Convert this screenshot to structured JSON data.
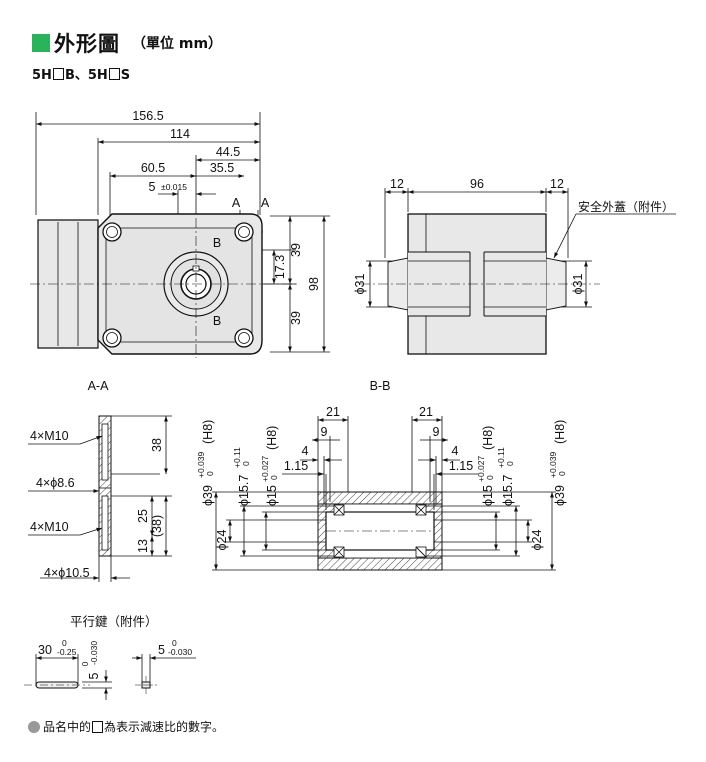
{
  "header": {
    "title": "外形圖",
    "unit": "（單位 mm）",
    "accent_color": "#2bb35c"
  },
  "model": {
    "part1": "5H",
    "part2": "B、5H",
    "part3": "S"
  },
  "front_view": {
    "dim_156_5": "156.5",
    "dim_114": "114",
    "dim_44_5": "44.5",
    "dim_60_5": "60.5",
    "dim_35_5": "35.5",
    "dim_5_base": "5",
    "dim_5_tol": "±0.015",
    "label_a1": "A",
    "label_a2": "A",
    "label_b1": "B",
    "label_b2": "B",
    "dim_17_3": "17.3",
    "dim_39_top": "39",
    "dim_39_bottom": "39",
    "dim_98": "98"
  },
  "side_view": {
    "dim_12_left": "12",
    "dim_96": "96",
    "dim_12_right": "12",
    "cover_label": "安全外蓋（附件）",
    "dia_31_left": "ϕ31",
    "dia_31_right": "ϕ31"
  },
  "section_aa": {
    "title": "A-A",
    "m10_top": "4×M10",
    "hole_86": "4×ϕ8.6",
    "m10_bottom": "4×M10",
    "hole_105": "4×ϕ10.5",
    "dim_38": "38",
    "dim_25": "25",
    "dim_38_ref": "(38)",
    "dim_13": "13"
  },
  "section_bb": {
    "title": "B-B",
    "dim_21_left": "21",
    "dim_9_left": "9",
    "dim_4_left": "4",
    "dim_115_left": "1.15",
    "dim_21_right": "21",
    "dim_9_right": "9",
    "dim_4_right": "4",
    "dim_115_right": "1.15",
    "d39_l": "ϕ39",
    "d39_l_tol": "+0.039",
    "d39_l_tol0": "0",
    "d39_l_fit": "(H8)",
    "d157_l": "ϕ15.7",
    "d157_l_tol": "+0.11",
    "d157_l_tol0": "0",
    "d15_l": "ϕ15",
    "d15_l_tol": "+0.027",
    "d15_l_tol0": "0",
    "d15_l_fit": "(H8)",
    "d24_l": "ϕ24",
    "d15_r": "ϕ15",
    "d15_r_tol": "+0.027",
    "d15_r_tol0": "0",
    "d15_r_fit": "(H8)",
    "d157_r": "ϕ15.7",
    "d157_r_tol": "+0.11",
    "d157_r_tol0": "0",
    "d39_r": "ϕ39",
    "d39_r_tol": "+0.039",
    "d39_r_tol0": "0",
    "d39_r_fit": "(H8)",
    "d24_r": "ϕ24"
  },
  "key": {
    "title": "平行鍵（附件）",
    "len_base": "30",
    "len_tol_up": "0",
    "len_tol_down": "-0.25",
    "h_base": "5",
    "h_tol_up": "0",
    "h_tol_down": "-0.030",
    "w_base": "5",
    "w_tol_up": "0",
    "w_tol_down": "-0.030"
  },
  "footnote": {
    "before": "品名中的",
    "after": "為表示減速比的數字。"
  }
}
